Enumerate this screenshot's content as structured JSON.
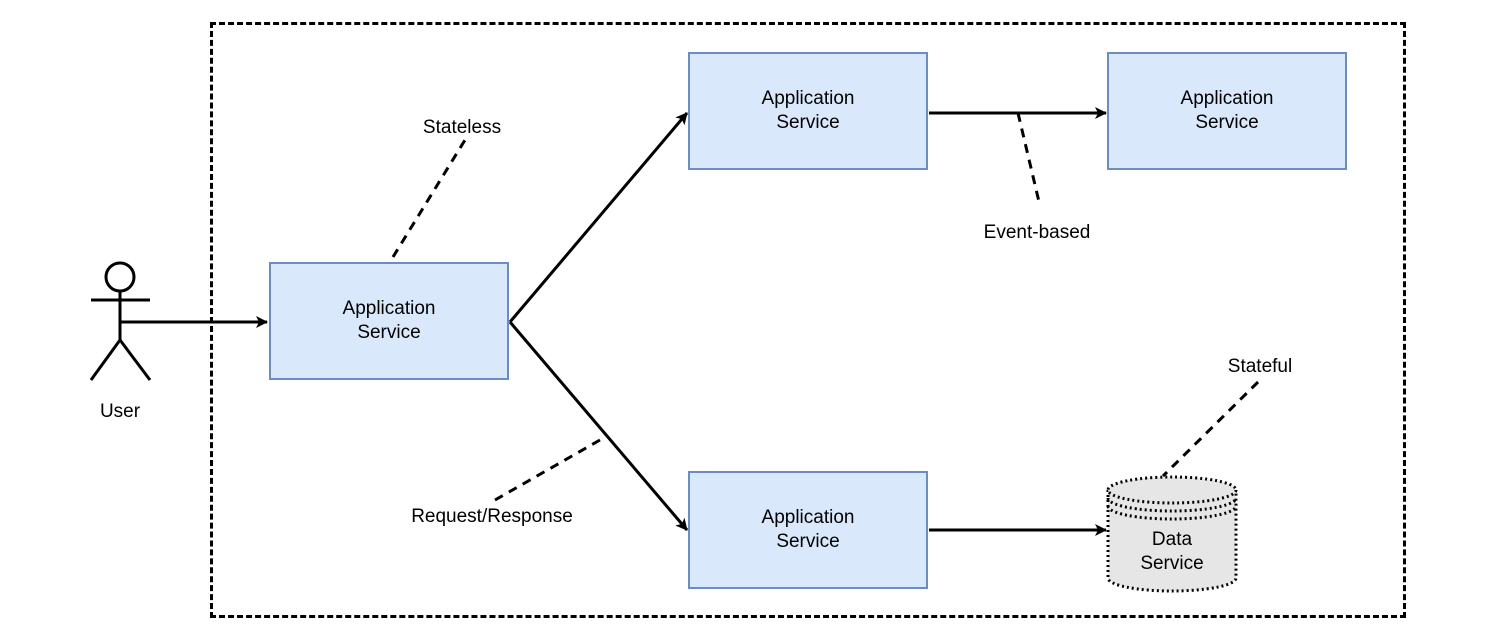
{
  "diagram": {
    "nodes": {
      "user": {
        "label": "User"
      },
      "entry_service": {
        "label": "Application\nService"
      },
      "top_service": {
        "label": "Application\nService"
      },
      "right_service": {
        "label": "Application\nService"
      },
      "bottom_service": {
        "label": "Application\nService"
      },
      "data_service": {
        "label": "Data\nService"
      }
    },
    "annotations": {
      "stateless": "Stateless",
      "event_based": "Event-based",
      "request_response": "Request/Response",
      "stateful": "Stateful"
    },
    "edges": [
      {
        "from": "user",
        "to": "entry_service"
      },
      {
        "from": "entry_service",
        "to": "top_service"
      },
      {
        "from": "entry_service",
        "to": "bottom_service"
      },
      {
        "from": "top_service",
        "to": "right_service"
      },
      {
        "from": "bottom_service",
        "to": "data_service"
      }
    ],
    "colors": {
      "service_fill": "#dae8fc",
      "service_stroke": "#6c8ebf",
      "datastore_fill": "#e6e6e6",
      "line": "#000000"
    }
  }
}
